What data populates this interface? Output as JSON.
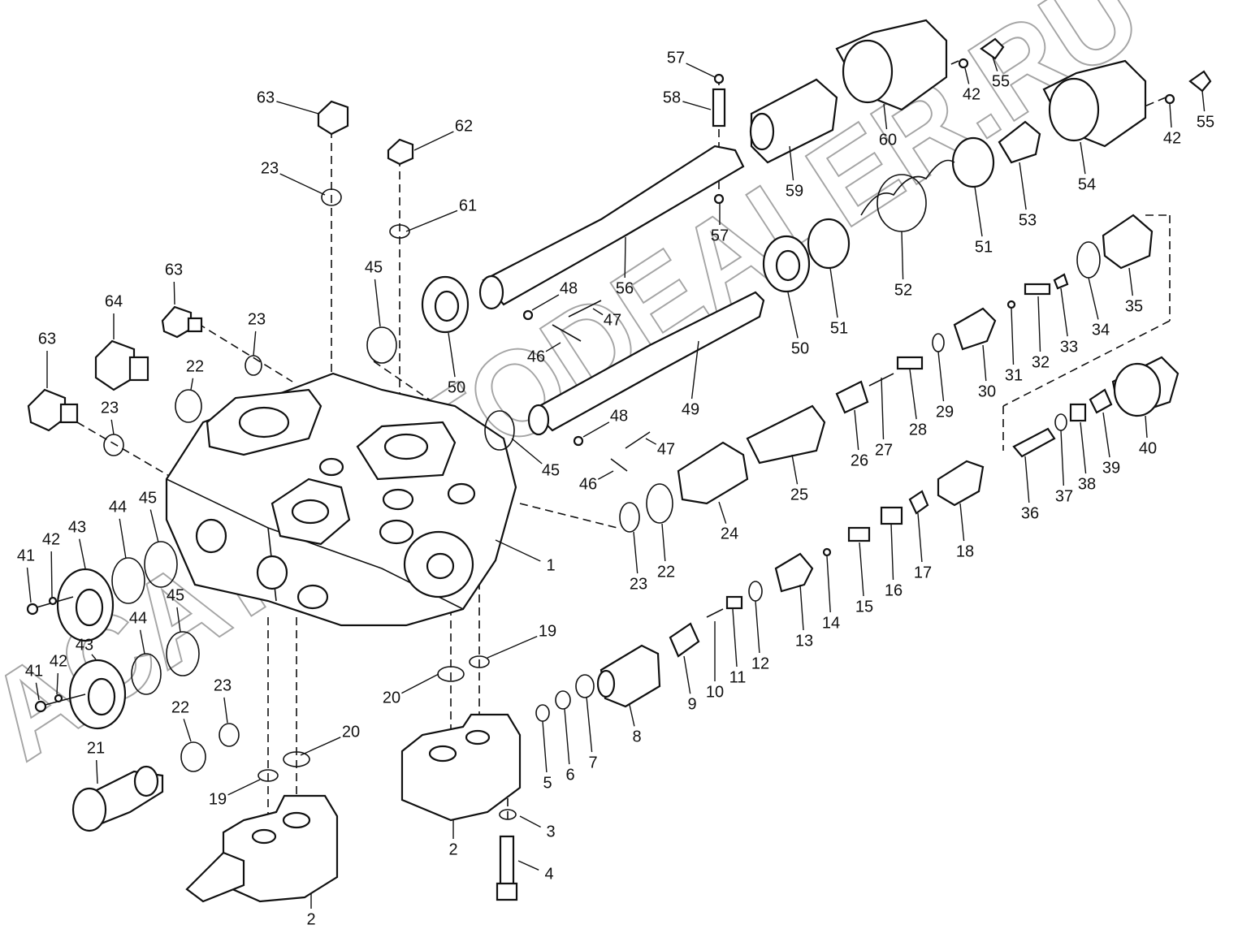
{
  "watermark": "ACAT.AUTODEALER.RU",
  "callouts": [
    {
      "id": "c1",
      "label": "1"
    },
    {
      "id": "c2a",
      "label": "2"
    },
    {
      "id": "c2b",
      "label": "2"
    },
    {
      "id": "c3",
      "label": "3"
    },
    {
      "id": "c4",
      "label": "4"
    },
    {
      "id": "c5",
      "label": "5"
    },
    {
      "id": "c6",
      "label": "6"
    },
    {
      "id": "c7",
      "label": "7"
    },
    {
      "id": "c8",
      "label": "8"
    },
    {
      "id": "c9",
      "label": "9"
    },
    {
      "id": "c10",
      "label": "10"
    },
    {
      "id": "c11",
      "label": "11"
    },
    {
      "id": "c12",
      "label": "12"
    },
    {
      "id": "c13",
      "label": "13"
    },
    {
      "id": "c14",
      "label": "14"
    },
    {
      "id": "c15",
      "label": "15"
    },
    {
      "id": "c16",
      "label": "16"
    },
    {
      "id": "c17",
      "label": "17"
    },
    {
      "id": "c18",
      "label": "18"
    },
    {
      "id": "c19a",
      "label": "19"
    },
    {
      "id": "c19b",
      "label": "19"
    },
    {
      "id": "c20a",
      "label": "20"
    },
    {
      "id": "c20b",
      "label": "20"
    },
    {
      "id": "c21",
      "label": "21"
    },
    {
      "id": "c22a",
      "label": "22"
    },
    {
      "id": "c22b",
      "label": "22"
    },
    {
      "id": "c22c",
      "label": "22"
    },
    {
      "id": "c23a",
      "label": "23"
    },
    {
      "id": "c23b",
      "label": "23"
    },
    {
      "id": "c23c",
      "label": "23"
    },
    {
      "id": "c23d",
      "label": "23"
    },
    {
      "id": "c23e",
      "label": "23"
    },
    {
      "id": "c24",
      "label": "24"
    },
    {
      "id": "c25",
      "label": "25"
    },
    {
      "id": "c26",
      "label": "26"
    },
    {
      "id": "c27",
      "label": "27"
    },
    {
      "id": "c28",
      "label": "28"
    },
    {
      "id": "c29",
      "label": "29"
    },
    {
      "id": "c30",
      "label": "30"
    },
    {
      "id": "c31",
      "label": "31"
    },
    {
      "id": "c32",
      "label": "32"
    },
    {
      "id": "c33",
      "label": "33"
    },
    {
      "id": "c34",
      "label": "34"
    },
    {
      "id": "c35",
      "label": "35"
    },
    {
      "id": "c36",
      "label": "36"
    },
    {
      "id": "c37",
      "label": "37"
    },
    {
      "id": "c38",
      "label": "38"
    },
    {
      "id": "c39",
      "label": "39"
    },
    {
      "id": "c40",
      "label": "40"
    },
    {
      "id": "c41a",
      "label": "41"
    },
    {
      "id": "c41b",
      "label": "41"
    },
    {
      "id": "c42a",
      "label": "42"
    },
    {
      "id": "c42b",
      "label": "42"
    },
    {
      "id": "c42c",
      "label": "42"
    },
    {
      "id": "c42d",
      "label": "42"
    },
    {
      "id": "c43a",
      "label": "43"
    },
    {
      "id": "c43b",
      "label": "43"
    },
    {
      "id": "c44a",
      "label": "44"
    },
    {
      "id": "c44b",
      "label": "44"
    },
    {
      "id": "c45a",
      "label": "45"
    },
    {
      "id": "c45b",
      "label": "45"
    },
    {
      "id": "c45c",
      "label": "45"
    },
    {
      "id": "c45d",
      "label": "45"
    },
    {
      "id": "c46a",
      "label": "46"
    },
    {
      "id": "c46b",
      "label": "46"
    },
    {
      "id": "c47a",
      "label": "47"
    },
    {
      "id": "c47b",
      "label": "47"
    },
    {
      "id": "c48a",
      "label": "48"
    },
    {
      "id": "c48b",
      "label": "48"
    },
    {
      "id": "c49",
      "label": "49"
    },
    {
      "id": "c50a",
      "label": "50"
    },
    {
      "id": "c50b",
      "label": "50"
    },
    {
      "id": "c51a",
      "label": "51"
    },
    {
      "id": "c51b",
      "label": "51"
    },
    {
      "id": "c52",
      "label": "52"
    },
    {
      "id": "c53",
      "label": "53"
    },
    {
      "id": "c54",
      "label": "54"
    },
    {
      "id": "c55a",
      "label": "55"
    },
    {
      "id": "c55b",
      "label": "55"
    },
    {
      "id": "c56",
      "label": "56"
    },
    {
      "id": "c57a",
      "label": "57"
    },
    {
      "id": "c57b",
      "label": "57"
    },
    {
      "id": "c58",
      "label": "58"
    },
    {
      "id": "c59",
      "label": "59"
    },
    {
      "id": "c60",
      "label": "60"
    },
    {
      "id": "c61",
      "label": "61"
    },
    {
      "id": "c62",
      "label": "62"
    },
    {
      "id": "c63a",
      "label": "63"
    },
    {
      "id": "c63b",
      "label": "63"
    },
    {
      "id": "c63c",
      "label": "63"
    },
    {
      "id": "c64",
      "label": "64"
    }
  ]
}
